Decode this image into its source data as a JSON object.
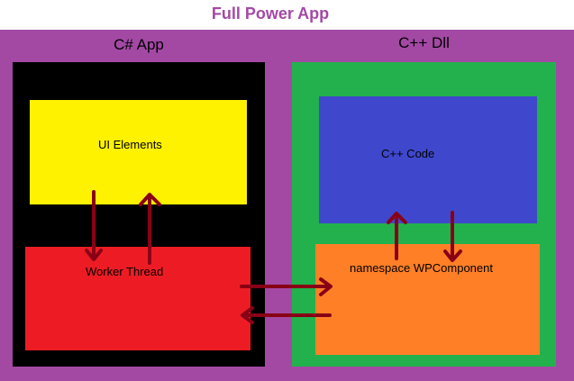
{
  "diagram": {
    "title": "Full Power App",
    "left_section": {
      "title": "C# App",
      "boxes": {
        "ui": {
          "label": "UI Elements"
        },
        "worker": {
          "label": "Worker Thread"
        }
      }
    },
    "right_section": {
      "title": "C++ Dll",
      "boxes": {
        "cpp_code": {
          "label": "C++ Code"
        },
        "namespace": {
          "label": "namespace WPComponent"
        }
      }
    },
    "colors": {
      "outer": "#a349a4",
      "csharp_panel": "#000000",
      "cpp_panel": "#22b14c",
      "ui_box": "#fff200",
      "worker_box": "#ed1c24",
      "cpp_code_box": "#3f48cc",
      "namespace_box": "#ff7f27",
      "arrow": "#880015"
    },
    "connections": [
      {
        "from": "ui",
        "to": "worker"
      },
      {
        "from": "worker",
        "to": "ui"
      },
      {
        "from": "worker",
        "to": "namespace"
      },
      {
        "from": "namespace",
        "to": "worker"
      },
      {
        "from": "namespace",
        "to": "cpp_code"
      },
      {
        "from": "cpp_code",
        "to": "namespace"
      }
    ]
  }
}
